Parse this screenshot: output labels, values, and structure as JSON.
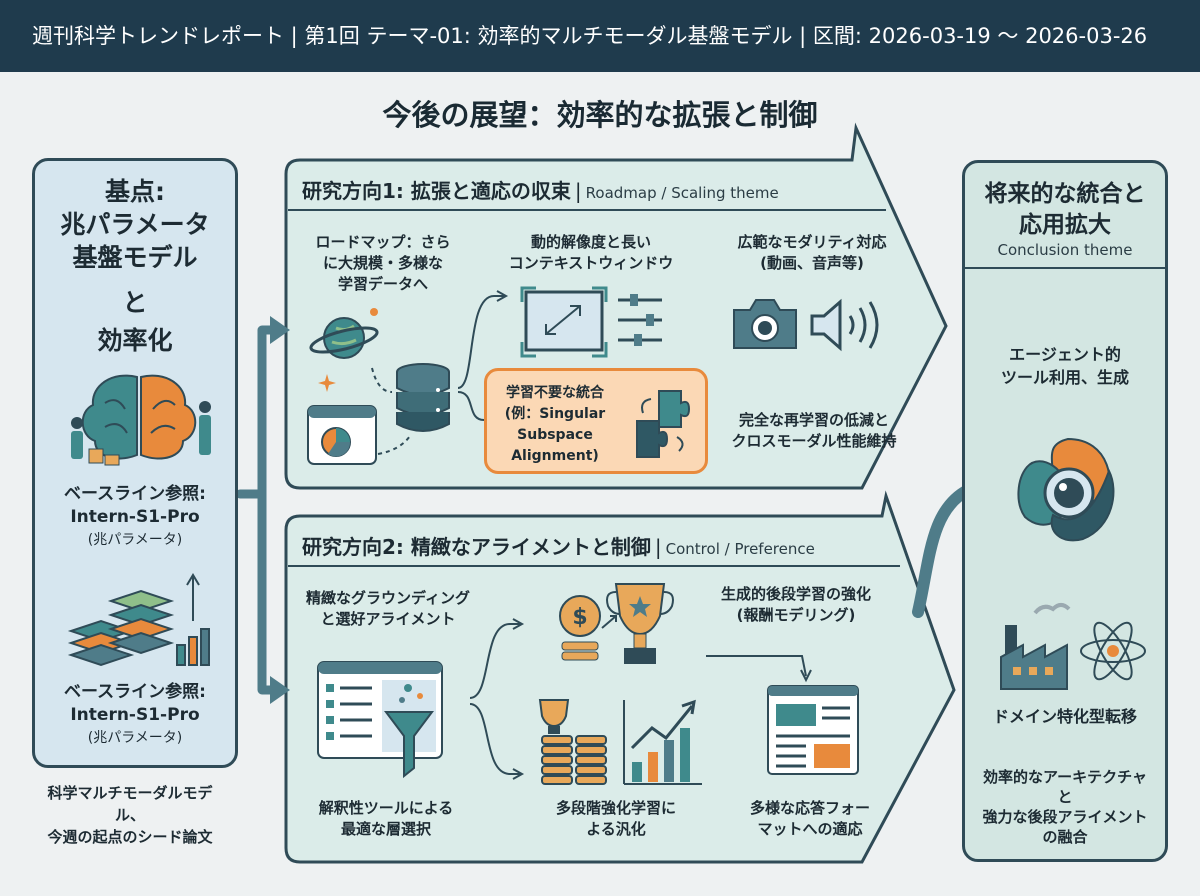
{
  "header": {
    "title": "週刊科学トレンドレポート | 第1回 テーマ-01: 効率的マルチモーダル基盤モデル | 区間: 2026-03-19 〜 2026-03-26"
  },
  "main_title": "今後の展望：効率的な拡張と制御",
  "left_panel": {
    "title_line1": "基点:",
    "title_line2": "兆パラメータ",
    "title_line3": "基盤モデル",
    "and": "と",
    "efficiency": "効率化",
    "baseline1": {
      "label": "ベースライン参照:",
      "model": "Intern-S1-Pro",
      "note": "(兆パラメータ)"
    },
    "baseline2": {
      "label": "ベースライン参照:",
      "model": "Intern-S1-Pro",
      "note": "(兆パラメータ)"
    },
    "caption_line1": "科学マルチモーダルモデ",
    "caption_line2": "ル、",
    "caption_line3": "今週の起点のシード論文"
  },
  "direction1": {
    "title": "研究方向1: 拡張と適応の収束",
    "subtitle": "Roadmap / Scaling theme",
    "roadmap_line1": "ロードマップ：さら",
    "roadmap_line2": "に大規模・多様な",
    "roadmap_line3": "学習データへ",
    "resolution_line1": "動的解像度と長い",
    "resolution_line2": "コンテキストウィンドウ",
    "modality_line1": "広範なモダリティ対応",
    "modality_line2": "(動画、音声等)",
    "merge_line1": "学習不要な統合",
    "merge_line2": "(例：Singular",
    "merge_line3": "Subspace",
    "merge_line4": "Alignment)",
    "retrain_line1": "完全な再学習の低減と",
    "retrain_line2": "クロスモーダル性能維持"
  },
  "direction2": {
    "title": "研究方向2: 精緻なアライメントと制御",
    "subtitle": "Control / Preference",
    "grounding_line1": "精緻なグラウンディング",
    "grounding_line2": "と選好アライメント",
    "posttrain_line1": "生成的後段学習の強化",
    "posttrain_line2": "(報酬モデリング)",
    "layer_line1": "解釈性ツールによる",
    "layer_line2": "最適な層選択",
    "rl_line1": "多段階強化学習に",
    "rl_line2": "よる汎化",
    "format_line1": "多様な応答フォー",
    "format_line2": "マットへの適応"
  },
  "right_panel": {
    "title_line1": "将来的な統合と",
    "title_line2": "応用拡大",
    "subtitle": "Conclusion theme",
    "agent_line1": "エージェント的",
    "agent_line2": "ツール利用、生成",
    "domain_transfer": "ドメイン特化型転移",
    "fusion_line1": "効率的なアーキテクチャ",
    "fusion_line2": "と",
    "fusion_line3": "強力な後段アライメント",
    "fusion_line4": "の融合"
  },
  "colors": {
    "header_bg": "#1f3b4d",
    "panel_border": "#2f4b57",
    "accent_orange": "#e88a3c",
    "accent_teal": "#3f8a8c",
    "arrow": "#4f7c89"
  }
}
